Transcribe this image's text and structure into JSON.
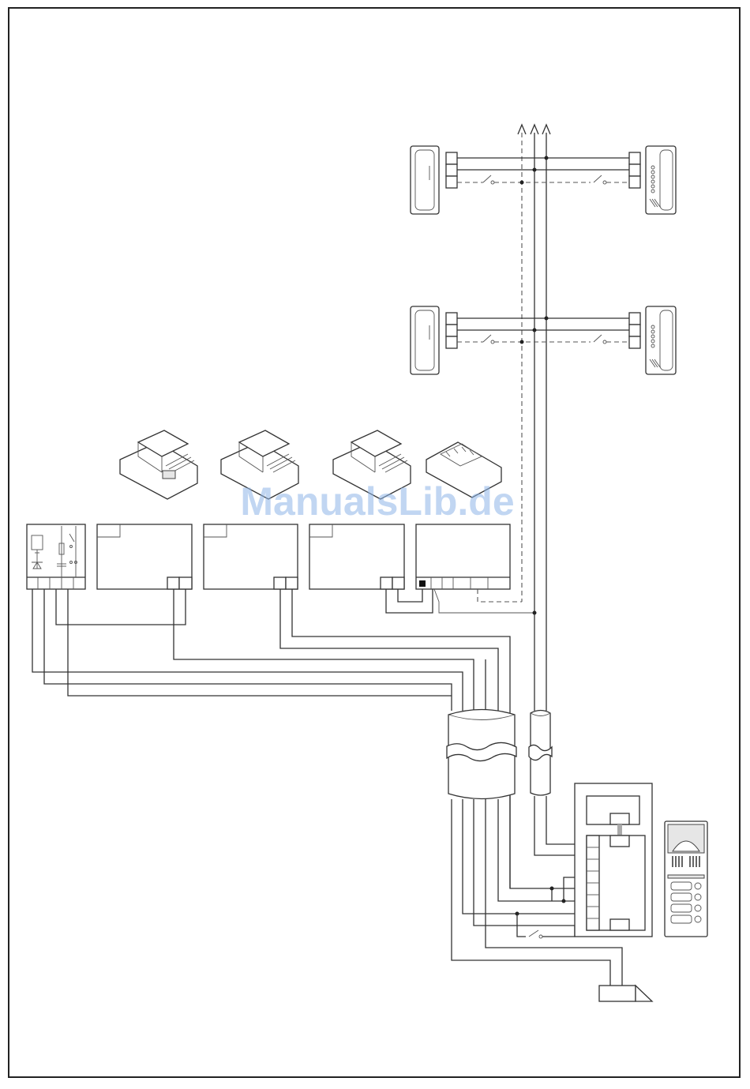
{
  "watermark": {
    "text": "ManualsLib.de",
    "color": "#8fb6e8"
  },
  "colors": {
    "line": "#333333",
    "background": "#ffffff",
    "frame": "#222222"
  },
  "components": {
    "handsets": [
      "handset-top-left",
      "handset-top-right",
      "handset-mid-left",
      "handset-mid-right"
    ],
    "din_modules": 4,
    "control_modules": 5,
    "door_panel": "outdoor-speaker-panel",
    "lock": "electric-door-lock"
  }
}
